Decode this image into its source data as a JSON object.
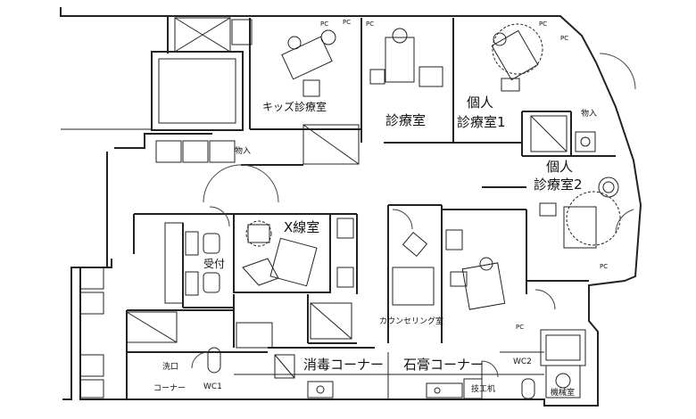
{
  "rooms": {
    "kids_room": "キッズ診療室",
    "exam_room": "診療室",
    "private1_line1": "個人",
    "private1_line2": "診療室1",
    "private2_line1": "個人",
    "private2_line2": "診療室2",
    "xray_room": "X線室",
    "reception": "受付",
    "counseling_room": "カウンセリング室",
    "sterilization_corner": "消毒コーナー",
    "plaster_corner": "石膏コーナー",
    "wash_line1": "洗口",
    "wash_line2": "コーナー",
    "wc1": "WC1",
    "wc2": "WC2",
    "technician": "技工机",
    "machine_room": "機械室",
    "storage_top": "物入",
    "storage_right": "物入"
  },
  "pc_tags": [
    "PC",
    "PC",
    "PC",
    "PC",
    "PC",
    "PC",
    "PC"
  ]
}
